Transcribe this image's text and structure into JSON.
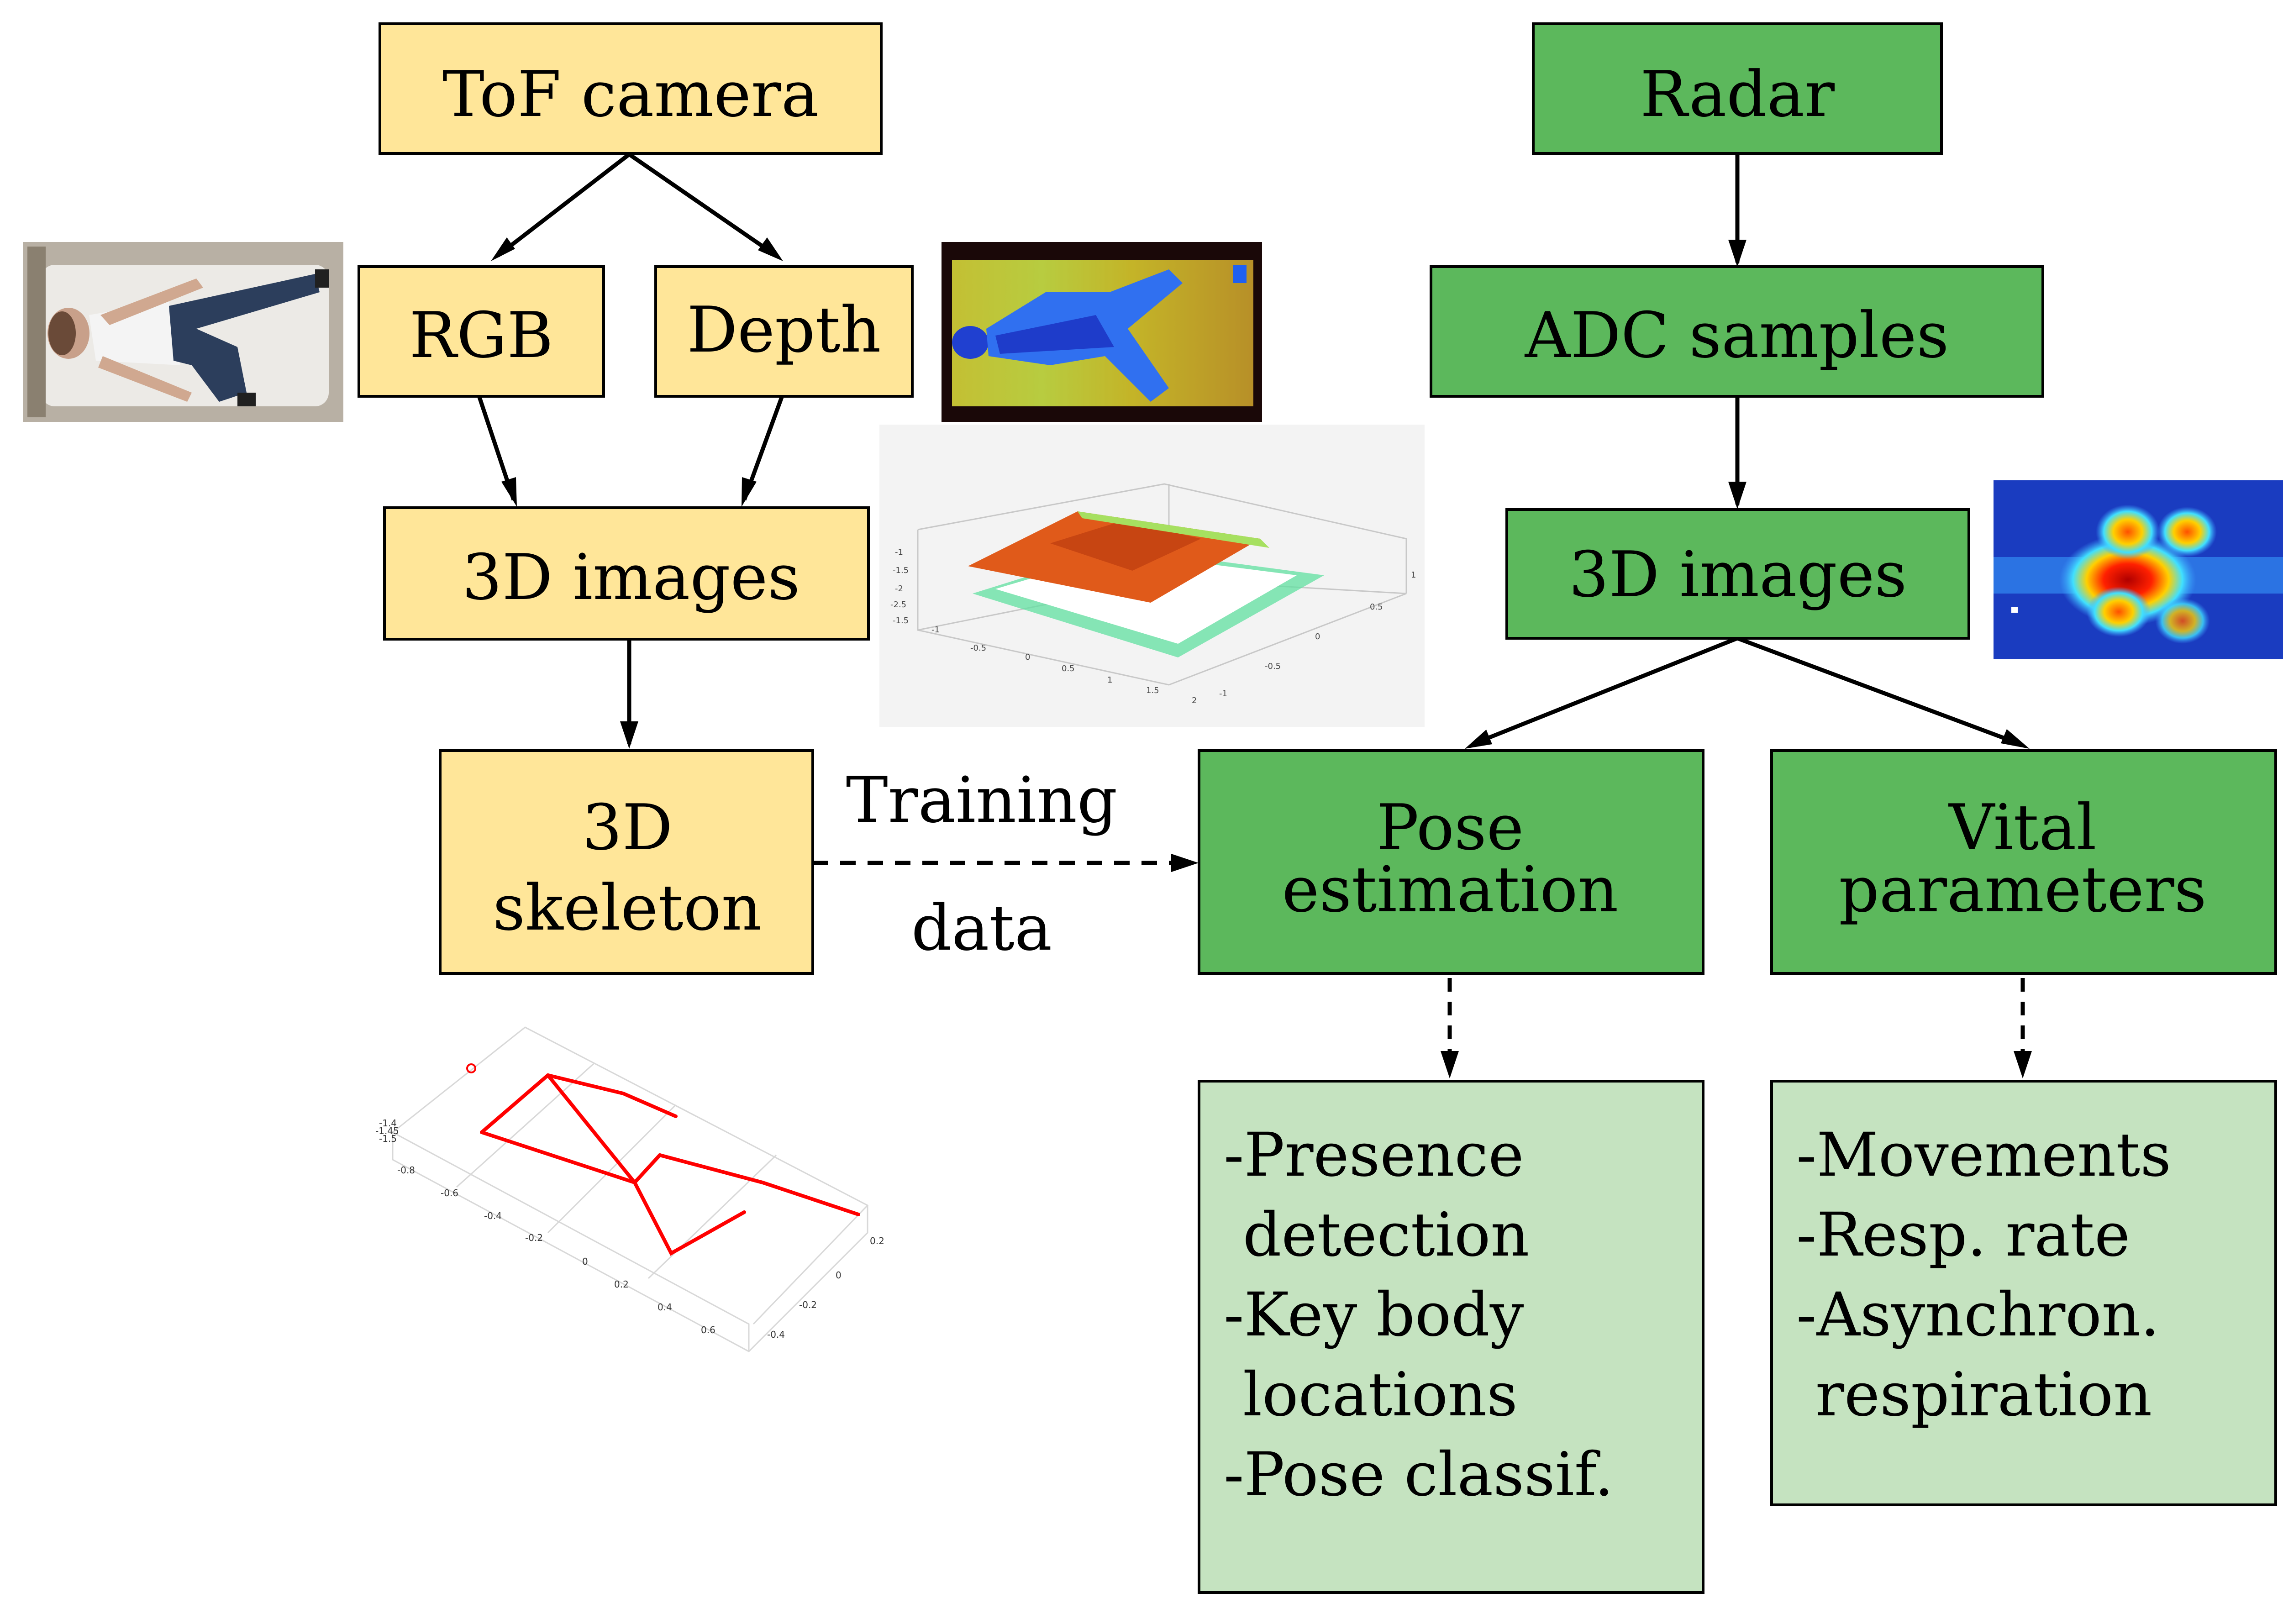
{
  "colors": {
    "camera_box": "#FFE699",
    "radar_box": "#5CB85C",
    "output_box": "#C5E3C0",
    "stroke": "#000000",
    "skeleton": "#FF0000"
  },
  "camera": {
    "tof": "ToF camera",
    "rgb": "RGB",
    "depth": "Depth",
    "images3d": "3D images",
    "skeleton_line1": "3D",
    "skeleton_line2": "skeleton"
  },
  "link": {
    "line1": "Training",
    "line2": "data"
  },
  "radar": {
    "radar": "Radar",
    "adc": "ADC samples",
    "images3d": "3D images",
    "pose_line1": "Pose",
    "pose_line2": "estimation",
    "vital_line1": "Vital",
    "vital_line2": "parameters"
  },
  "pose_outputs": [
    "-Presence",
    " detection",
    "-Key body",
    " locations",
    "-Pose classif."
  ],
  "vital_outputs": [
    "-Movements",
    "-Resp. rate",
    "-Asynchron.",
    " respiration"
  ],
  "pointcloud_plot": {
    "z_ticks": [
      "-1",
      "-1.5",
      "-2",
      "-2.5",
      "-1.5"
    ],
    "x_ticks": [
      "-1",
      "-0.5",
      "0",
      "0.5",
      "1",
      "1.5",
      "2"
    ],
    "y_ticks": [
      "1",
      "0.5",
      "0",
      "-0.5",
      "-1"
    ]
  },
  "skeleton_plot": {
    "z_ticks": [
      "-1.4",
      "-1.45",
      "-1.5"
    ],
    "x_ticks": [
      "-0.8",
      "-0.6",
      "-0.4",
      "-0.2",
      "0",
      "0.2",
      "0.4",
      "0.6"
    ],
    "y_ticks": [
      "0.2",
      "0",
      "-0.2",
      "-0.4"
    ]
  }
}
